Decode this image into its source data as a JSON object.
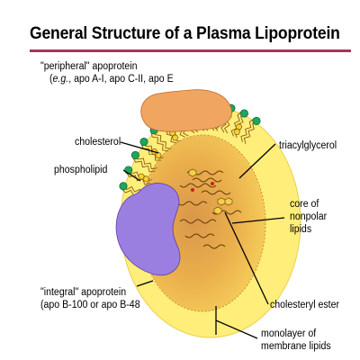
{
  "title": "General Structure of a Plasma Lipoprotein",
  "colors": {
    "title_rule": "#a8325a",
    "outer_shell": "#ffee7a",
    "core": "#f0b848",
    "peripheral_apoprotein": "#f0a560",
    "integral_apoprotein": "#9b7fe0",
    "phospholipid_head": "#1ea65a",
    "cholesterol_ring": "#f4d230"
  },
  "labels": {
    "peripheral_line1": "\"peripheral\" apoprotein",
    "peripheral_line2_prefix": "(",
    "peripheral_line2_eg": "e.g.",
    "peripheral_line2_rest": ", apo A-I, apo C-II, apo E",
    "cholesterol": "cholesterol",
    "phospholipid": "phospholipid",
    "triacylglycerol": "triacylglycerol",
    "core_line1": "core of",
    "core_line2": "nonpolar",
    "core_line3": "lipids",
    "integral_line1": "\"integral\" apoprotein",
    "integral_line2": "(apo B-100 or apo B-48",
    "cholesteryl_ester": "cholesteryl ester",
    "monolayer_line1": "monolayer of",
    "monolayer_line2": "membrane lipids"
  }
}
